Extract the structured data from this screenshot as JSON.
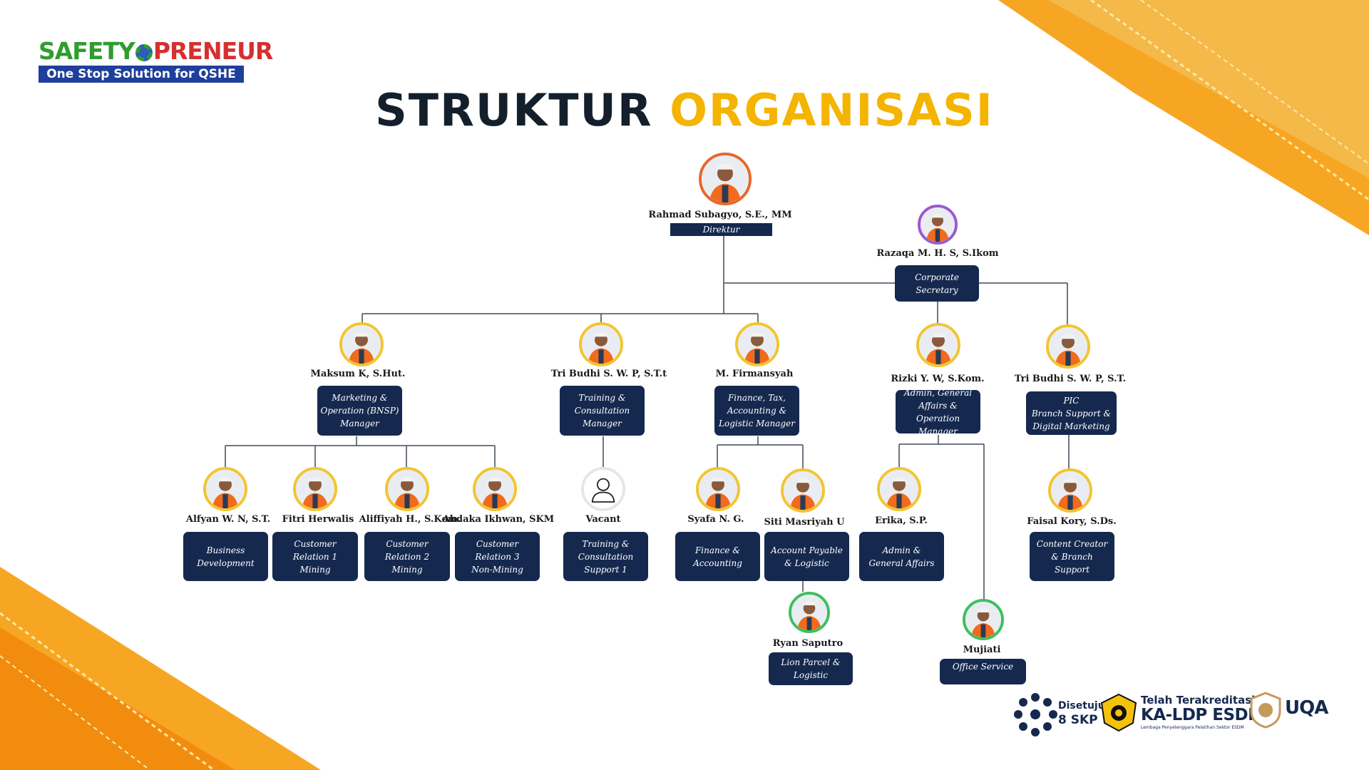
{
  "branding": {
    "logo_part1": "SAFETY",
    "logo_part2": "PRENEUR",
    "tagline": "One Stop Solution for QSHE"
  },
  "title": {
    "part1": "STRUKTUR",
    "part2": "ORGANISASI"
  },
  "colors": {
    "navy": "#15294f",
    "accent_yellow": "#f4b400",
    "accent_orange": "#f28c0f",
    "vest": "#f26a1b"
  },
  "people": {
    "direktur": {
      "name": "Rahmad Subagyo, S.E., MM",
      "role": "Direktur",
      "ring": "#e8672a"
    },
    "corsec": {
      "name": "Razaqa M. H. S, S.Ikom",
      "role": "Corporate\nSecretary",
      "ring": "#9b59d0"
    },
    "maksum": {
      "name": "Maksum K, S.Hut.",
      "role": "Marketing &\nOperation (BNSP)\nManager",
      "ring": "#f2c531"
    },
    "tribudhi1": {
      "name": "Tri Budhi S. W. P, S.T.t",
      "role": "Training &\nConsultation\nManager",
      "ring": "#f2c531"
    },
    "firmansyah": {
      "name": "M. Firmansyah",
      "role": "Finance, Tax,\nAccounting &\nLogistic Manager",
      "ring": "#f2c531"
    },
    "rizki": {
      "name": "Rizki Y. W, S.Kom.",
      "role": "Admin, General\nAffairs & Operation\nManager",
      "ring": "#f2c531"
    },
    "tribudhi2": {
      "name": "Tri Budhi S. W. P, S.T.",
      "role": "PIC\nBranch Support &\nDigital Marketing",
      "ring": "#f2c531"
    },
    "alfyan": {
      "name": "Alfyan W. N, S.T.",
      "role": "Business\nDevelopment",
      "ring": "#f2c531"
    },
    "fitri": {
      "name": "Fitri Herwalis",
      "role": "Customer\nRelation 1\nMining",
      "ring": "#f2c531"
    },
    "aliffiyah": {
      "name": "Aliffiyah H., S.Kom.",
      "role": "Customer\nRelation 2\nMining",
      "ring": "#f2c531"
    },
    "abdaka": {
      "name": "Abdaka Ikhwan, SKM",
      "role": "Customer\nRelation 3\nNon-Mining",
      "ring": "#f2c531"
    },
    "vacant": {
      "name": "Vacant",
      "role": "Training &\nConsultation\nSupport 1",
      "ring": "#f2c531"
    },
    "syafa": {
      "name": "Syafa N. G.",
      "role": "Finance &\nAccounting",
      "ring": "#f2c531"
    },
    "siti": {
      "name": "Siti Masriyah U",
      "role": "Account Payable\n& Logistic",
      "ring": "#f2c531"
    },
    "erika": {
      "name": "Erika, S.P.",
      "role": "Admin &\nGeneral Affairs",
      "ring": "#f2c531"
    },
    "faisal": {
      "name": "Faisal Kory, S.Ds.",
      "role": "Content Creator\n& Branch Support",
      "ring": "#f2c531"
    },
    "ryan": {
      "name": "Ryan Saputro",
      "role": "Lion Parcel &\nLogistic",
      "ring": "#3fbf5f"
    },
    "mujiati": {
      "name": "Mujiati",
      "role": "Office Service",
      "ring": "#3fbf5f"
    }
  },
  "footer": {
    "skp_line1": "Disetujui",
    "skp_line2": "8 SKP",
    "akreditasi_line1": "Telah Terakreditasi",
    "akreditasi_line2": "KA-LDP ESDM",
    "akreditasi_line3": "Lembaga Penyelenggara Pelatihan Sektor ESDM",
    "uqa": "UQA"
  }
}
